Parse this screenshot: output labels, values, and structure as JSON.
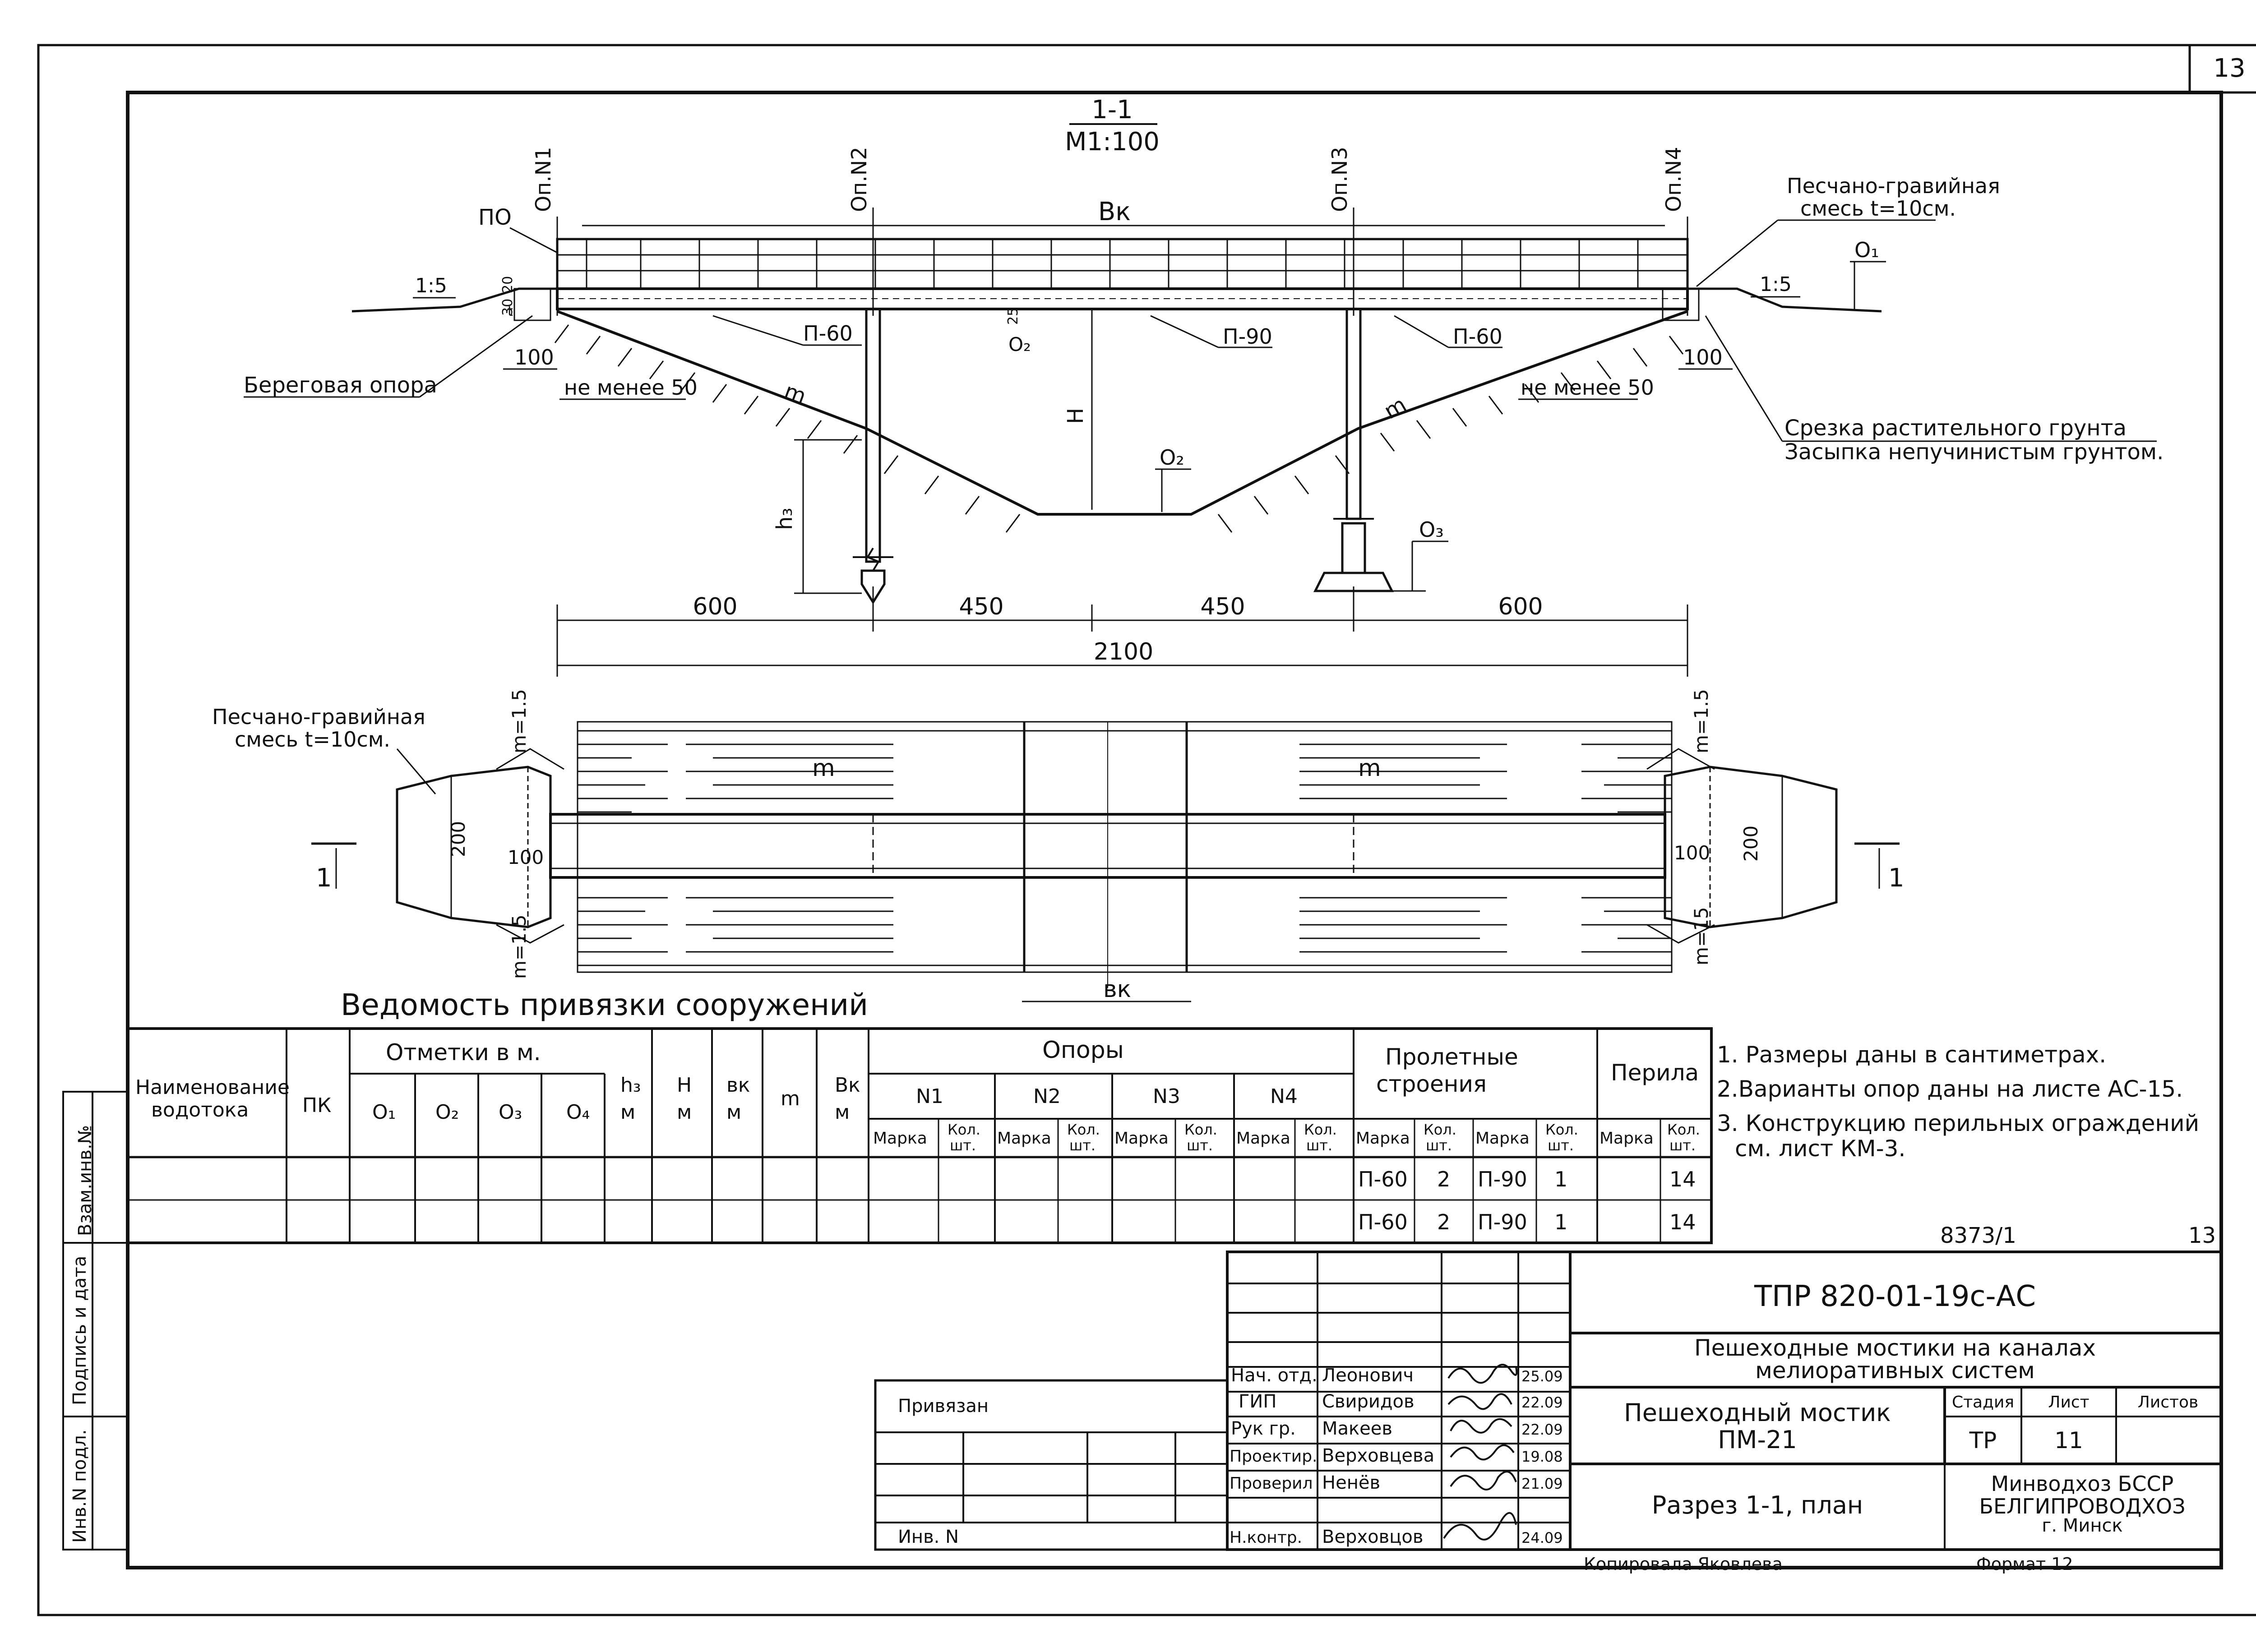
{
  "sheet_number": "13",
  "section": {
    "title": "1-1",
    "scale": "M1:100",
    "supports": [
      "Оп.N1",
      "Оп.N2",
      "Оп.N3",
      "Оп.N4"
    ],
    "labels": {
      "po": "ПО",
      "bk": "Вк",
      "gravel_1": "Песчано-гравийная",
      "gravel_2": "смесь t=10см.",
      "o1": "О₁",
      "o2": "О₂",
      "o2b": "О₂",
      "o3": "О₃",
      "slope_left": "1:5",
      "slope_right": "1:5",
      "p60_left": "П-60",
      "p90": "П-90",
      "p60_right": "П-60",
      "dim25": "25",
      "pier": "Береговая опора",
      "cut_1": "Срезка растительного грунта",
      "cut_2": "Засыпка непучинистым грунтом.",
      "dim100_left": "100",
      "dim100_right": "100",
      "min50_left": "не менее 50",
      "min50_right": "не менее 50",
      "m_left": "m",
      "m_right": "m",
      "h": "Н",
      "h3": "h₃",
      "dim_30": "30",
      "dim_20": "20",
      "dim_t": "t"
    },
    "dims": [
      "600",
      "450",
      "450",
      "600"
    ],
    "total": "2100"
  },
  "plan": {
    "gravel_1": "Песчано-гравийная",
    "gravel_2": "смесь t=10см.",
    "m1": "m",
    "m2": "m",
    "m15_tl": "m=1.5",
    "m15_bl": "m=1.5",
    "m15_tr": "m=1.5",
    "m15_br": "m=15",
    "d200_l": "200",
    "d100_l": "100",
    "d100_r": "100",
    "d200_r": "200",
    "cut_l": "1",
    "cut_r": "1",
    "bk": "вк"
  },
  "table": {
    "title": "Ведомость привязки сооружений",
    "h_name": [
      "Наименование",
      "водотока"
    ],
    "h_pk": "ПК",
    "h_marks": "Отметки в м.",
    "h_o": [
      "О₁",
      "О₂",
      "О₃",
      "О₄"
    ],
    "h_h3": [
      "h₃",
      "м"
    ],
    "h_H": [
      "Н",
      "м"
    ],
    "h_bk": [
      "вк",
      "м"
    ],
    "h_m": "m",
    "h_Bk": [
      "Вк",
      "м"
    ],
    "h_supports": "Опоры",
    "support_nums": [
      "N1",
      "N2",
      "N3",
      "N4"
    ],
    "marka": "Марка",
    "kol_1": "Кол.",
    "kol_2": "шт.",
    "h_spans": [
      "Пролетные",
      "строения"
    ],
    "h_rail": "Перила",
    "rows": [
      {
        "span_m1": "П-60",
        "span_q1": "2",
        "span_m2": "П-90",
        "span_q2": "1",
        "rail_q": "14"
      },
      {
        "span_m1": "П-60",
        "span_q1": "2",
        "span_m2": "П-90",
        "span_q2": "1",
        "rail_q": "14"
      }
    ]
  },
  "notes": [
    "1. Размеры даны в сантиметрах.",
    "2.Варианты опор даны на листе АС-15.",
    "3. Конструкцию перильных ограждений",
    "см. лист КМ-3."
  ],
  "inv_code": "8373/1",
  "inv_sheet": "13",
  "side_stamp": [
    "Взам.инв.№",
    "Подпись и дата",
    "Инв.N подл."
  ],
  "bound": {
    "label": "Привязан",
    "inv": "Инв. N"
  },
  "title_block": {
    "code": "ТПР 820-01-19с-АС",
    "project": [
      "Пешеходные мостики на каналах",
      "мелиоративных систем"
    ],
    "object": [
      "Пешеходный мостик",
      "ПМ-21"
    ],
    "stage_h": "Стадия",
    "sheet_h": "Лист",
    "sheets_h": "Листов",
    "stage": "ТР",
    "sheet": "11",
    "drawing": "Разрез 1-1, план",
    "org": [
      "Минводхоз БССР",
      "БЕЛГИПРОВОДХОЗ",
      "г. Минск"
    ],
    "staff": [
      {
        "role": "Нач. отд.",
        "name": "Леонович",
        "date": "25.09"
      },
      {
        "role": "ГИП",
        "name": "Свиридов",
        "date": "22.09"
      },
      {
        "role": "Рук гр.",
        "name": "Макеев",
        "date": "22.09"
      },
      {
        "role": "Проектир.",
        "name": "Верховцева",
        "date": "19.08"
      },
      {
        "role": "Проверил",
        "name": "Ненёв",
        "date": "21.09"
      },
      {
        "role": "Н.контр.",
        "name": "Верховцов",
        "date": "24.09"
      }
    ],
    "copied": "Копировала Яковлева",
    "format": "Формат 12"
  }
}
